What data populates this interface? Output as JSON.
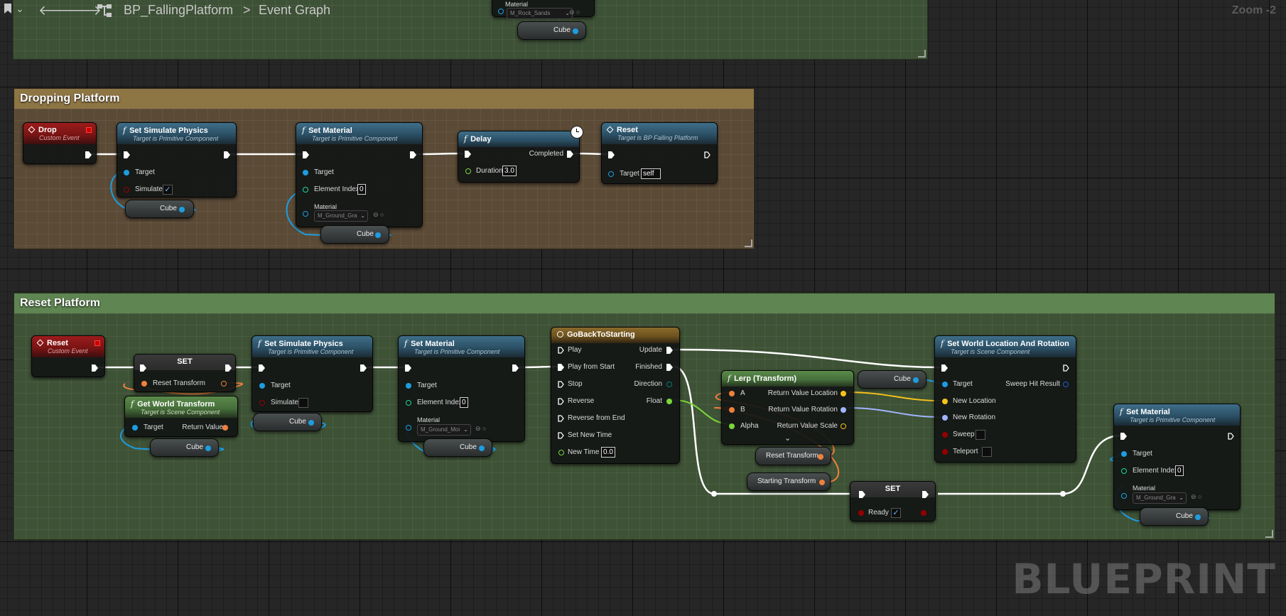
{
  "toolbar": {
    "blueprint_name": "BP_FallingPlatform",
    "separator": ">",
    "graph_name": "Event Graph"
  },
  "zoom_label": "Zoom -2",
  "watermark": "BLUEPRINT",
  "top_partial": {
    "material_label": "Material",
    "material_value": "M_Rock_Sands",
    "cube_label": "Cube"
  },
  "dropping": {
    "title": "Dropping Platform",
    "drop": {
      "title": "Drop",
      "subtitle": "Custom Event"
    },
    "set_sim": {
      "title": "Set Simulate Physics",
      "subtitle": "Target is Primitive Component",
      "target": "Target",
      "simulate": "Simulate",
      "simulate_checked": "✓"
    },
    "cube1": "Cube",
    "set_mat": {
      "title": "Set Material",
      "subtitle": "Target is Primitive Component",
      "target": "Target",
      "element_index": "Element Index",
      "element_index_value": "0",
      "material": "Material",
      "material_value": "M_Ground_Gra"
    },
    "cube2": "Cube",
    "delay": {
      "title": "Delay",
      "completed": "Completed",
      "duration": "Duration",
      "duration_value": "3.0"
    },
    "reset_call": {
      "title": "Reset",
      "subtitle": "Target is BP Falling Platform",
      "target": "Target",
      "target_value": "self"
    }
  },
  "reset": {
    "title": "Reset Platform",
    "reset_event": {
      "title": "Reset",
      "subtitle": "Custom Event"
    },
    "set_var": {
      "title": "SET",
      "pin": "Reset Transform"
    },
    "get_world": {
      "title": "Get World Transform",
      "subtitle": "Target is Scene Component",
      "target": "Target",
      "return_value": "Return Value"
    },
    "cube_a": "Cube",
    "set_sim": {
      "title": "Set Simulate Physics",
      "subtitle": "Target is Primitive Component",
      "target": "Target",
      "simulate": "Simulate"
    },
    "cube_b": "Cube",
    "set_mat": {
      "title": "Set Material",
      "subtitle": "Target is Primitive Component",
      "target": "Target",
      "element_index": "Element Index",
      "element_index_value": "0",
      "material": "Material",
      "material_value": "M_Ground_Moi"
    },
    "cube_c": "Cube",
    "timeline": {
      "title": "GoBackToStarting",
      "play": "Play",
      "play_from_start": "Play from Start",
      "stop": "Stop",
      "reverse": "Reverse",
      "reverse_from_end": "Reverse from End",
      "set_new_time": "Set New Time",
      "new_time": "New Time",
      "new_time_value": "0.0",
      "update": "Update",
      "finished": "Finished",
      "direction": "Direction",
      "float": "Float"
    },
    "lerp": {
      "title": "Lerp (Transform)",
      "a": "A",
      "b": "B",
      "alpha": "Alpha",
      "rv_loc": "Return Value Location",
      "rv_rot": "Return Value Rotation",
      "rv_scale": "Return Value Scale",
      "expand": "⌄"
    },
    "get_reset_transform": "Reset Transform",
    "get_starting_transform": "Starting Transform",
    "set_ready": {
      "title": "SET",
      "pin": "Ready",
      "checked": "✓"
    },
    "cube_d": "Cube",
    "set_world": {
      "title": "Set World Location And Rotation",
      "subtitle": "Target is Scene Component",
      "target": "Target",
      "new_location": "New Location",
      "new_rotation": "New Rotation",
      "sweep": "Sweep",
      "teleport": "Teleport",
      "sweep_hit_result": "Sweep Hit Result"
    },
    "set_mat2": {
      "title": "Set Material",
      "subtitle": "Target is Primitive Component",
      "target": "Target",
      "element_index": "Element Index",
      "element_index_value": "0",
      "material": "Material",
      "material_value": "M_Ground_Gra"
    },
    "cube_e": "Cube"
  }
}
